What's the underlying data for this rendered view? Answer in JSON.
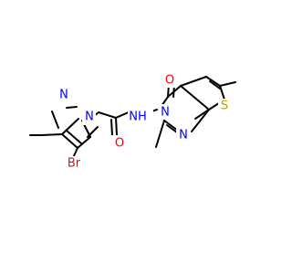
{
  "atoms": {
    "br": {
      "text": "Br",
      "color": "#a52a2a"
    },
    "n_pz2": {
      "text": "N",
      "color": "#0000ff"
    },
    "n_pz1": {
      "text": "N",
      "color": "#0000ff"
    },
    "o_amide": {
      "text": "O",
      "color": "#ff0000"
    },
    "nh": {
      "text": "NH",
      "color": "#0000ff"
    },
    "n3": {
      "text": "N",
      "color": "#0000ff"
    },
    "o_keto": {
      "text": "O",
      "color": "#ff0000"
    },
    "s": {
      "text": "S",
      "color": "#b8a000"
    },
    "n1": {
      "text": "N",
      "color": "#0000ff"
    }
  }
}
